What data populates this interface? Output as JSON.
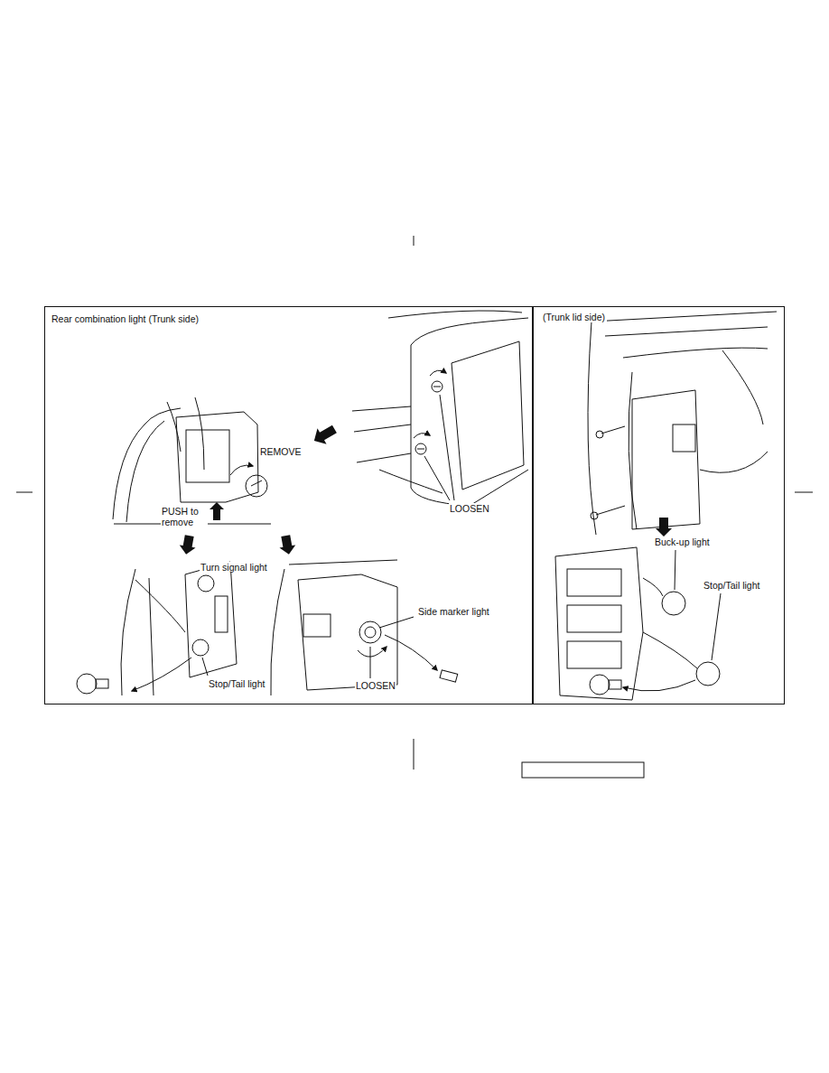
{
  "diagram": {
    "nodes": [
      {
        "text": [
          "Rear combination light (Trunk side)"
        ]
      },
      {
        "text": [
          "(Trunk lid side)"
        ]
      }
    ],
    "labels": [
      "REMOVE",
      "PUSH to remove",
      "LOOSEN",
      "Turn signal light",
      "Stop/Tail light",
      "Side marker light",
      "LOOSEN",
      "Buck-up light",
      "Stop/Tail light"
    ]
  }
}
